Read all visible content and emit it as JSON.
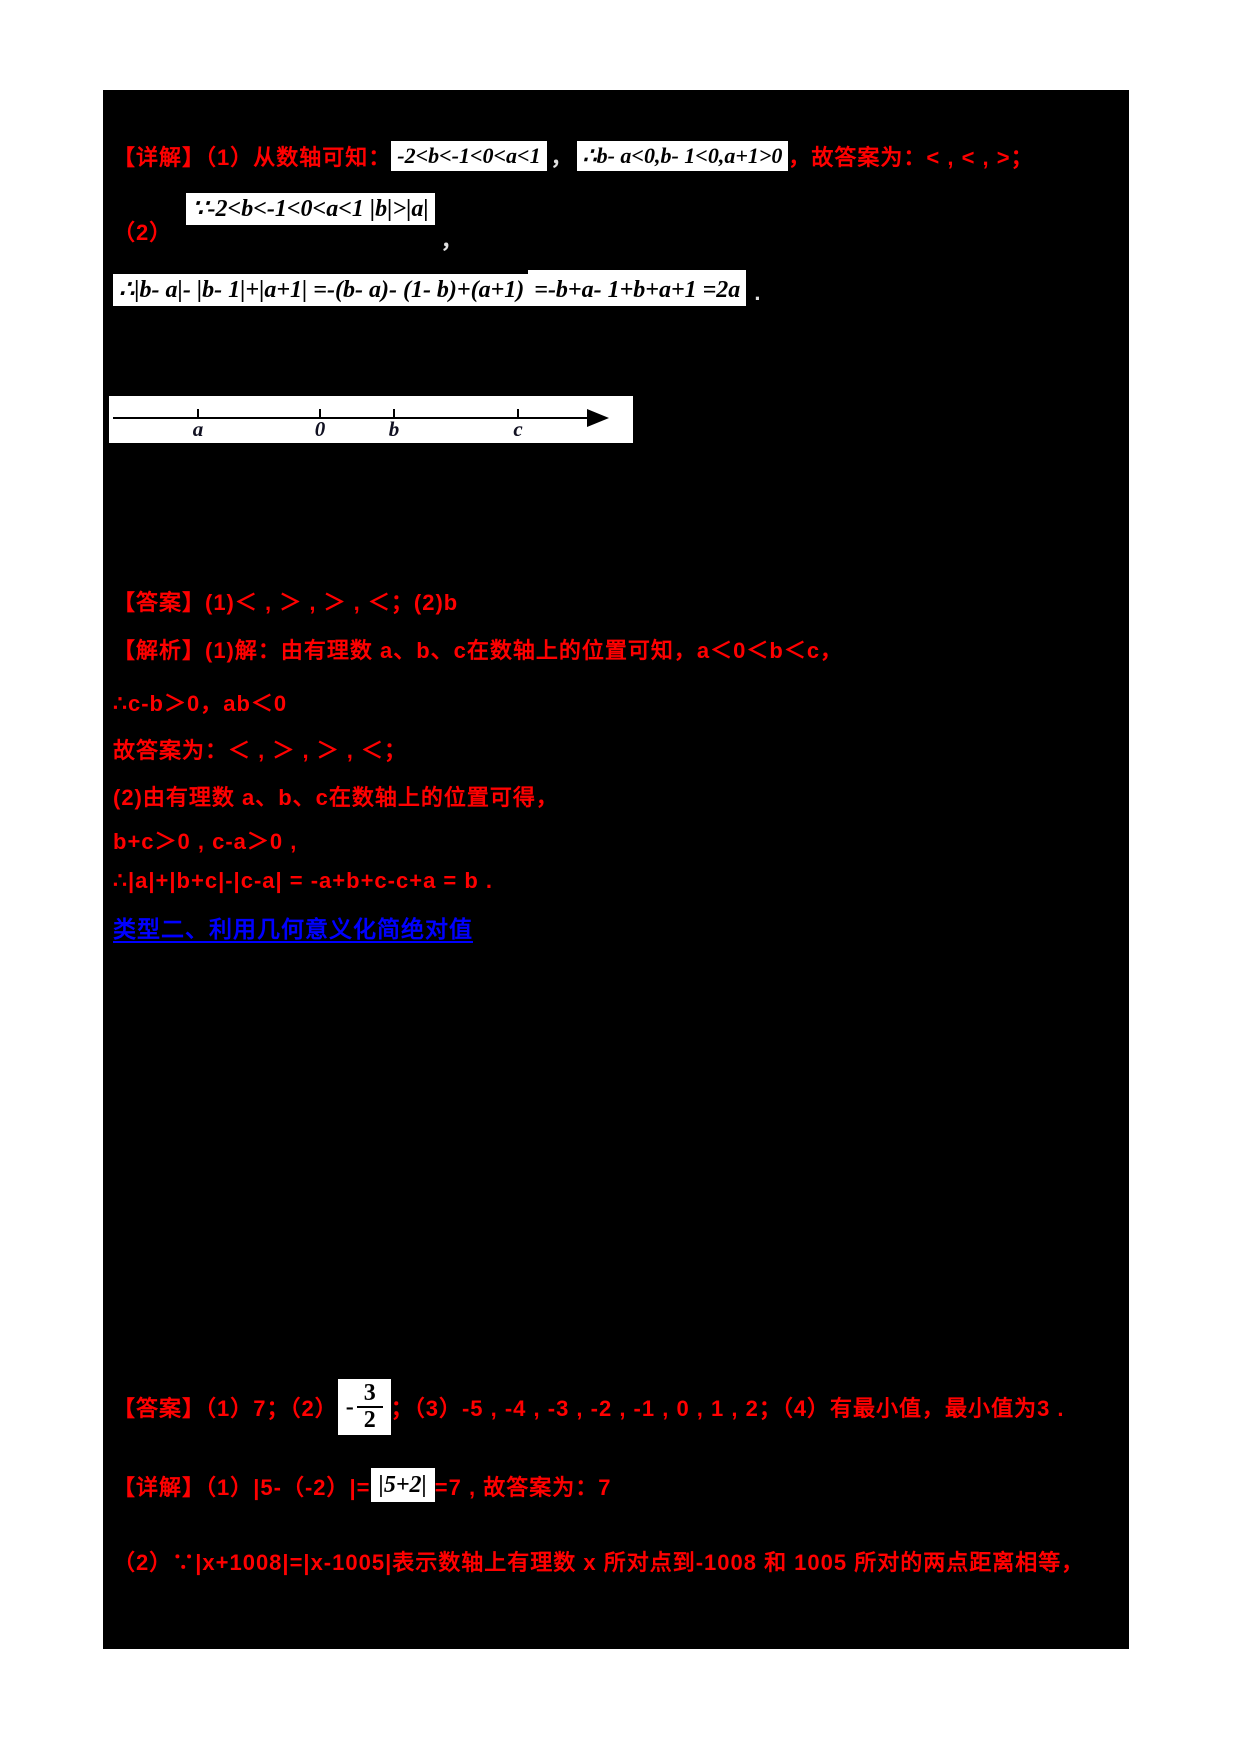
{
  "colors": {
    "page_bg": "#ffffff",
    "canvas_bg": "#000000",
    "red": "#ff0000",
    "blue": "#0000ff",
    "formula_bg": "#ffffff",
    "formula_fg": "#000000"
  },
  "solution1": {
    "detail_prefix": "【详解】（1）从数轴可知：",
    "formula_range": "-2<b<-1<0<a<1",
    "comma_between": "，",
    "formula_conclusion": "∴b- a<0,b- 1<0,a+1>0",
    "detail_suffix": "，故答案为：< , < , >；",
    "part2_label": "（2）",
    "formula_abs_compare": "∵-2<b<-1<0<a<1 |b|>|a|",
    "comma_after": "，",
    "formula_expand_left": "∴|b- a|- |b- 1|+|a+1| =-(b- a)- (1- b)+(a+1)",
    "formula_expand_right": "=-b+a- 1+b+a+1 =2a",
    "period": "."
  },
  "numberline": {
    "labels": [
      "a",
      "0",
      "b",
      "c"
    ]
  },
  "solution2": {
    "answer_line": "【答案】(1)＜ , ＞ , ＞ , ＜；(2)b",
    "analysis_lines": [
      "【解析】(1)解：由有理数 a、b、c在数轴上的位置可知，a＜0＜b＜c，",
      "∴c-b＞0，ab＜0",
      "故答案为：＜ , ＞ , ＞ , ＜；",
      "(2)由有理数 a、b、c在数轴上的位置可得，",
      "b+c＞0 , c-a＞0 ,",
      "∴|a|+|b+c|-|c-a| = -a+b+c-c+a = b ."
    ]
  },
  "heading": {
    "type2": "类型二、利用几何意义化简绝对值"
  },
  "solution3": {
    "answer_prefix": "【答案】（1）7；（2）",
    "fraction": {
      "sign": "-",
      "numerator": "3",
      "denominator": "2"
    },
    "answer_suffix": "；（3）-5 , -4 , -3 , -2 , -1 , 0 , 1 , 2；（4）有最小值，最小值为3 .",
    "detail_prefix": "【详解】（1）|5-（-2）|=",
    "formula_abs": "|5+2|",
    "detail_suffix": "=7 , 故答案为：7",
    "part2_line": "（2）∵|x+1008|=|x-1005|表示数轴上有理数 x 所对点到-1008 和 1005 所对的两点距离相等，"
  }
}
